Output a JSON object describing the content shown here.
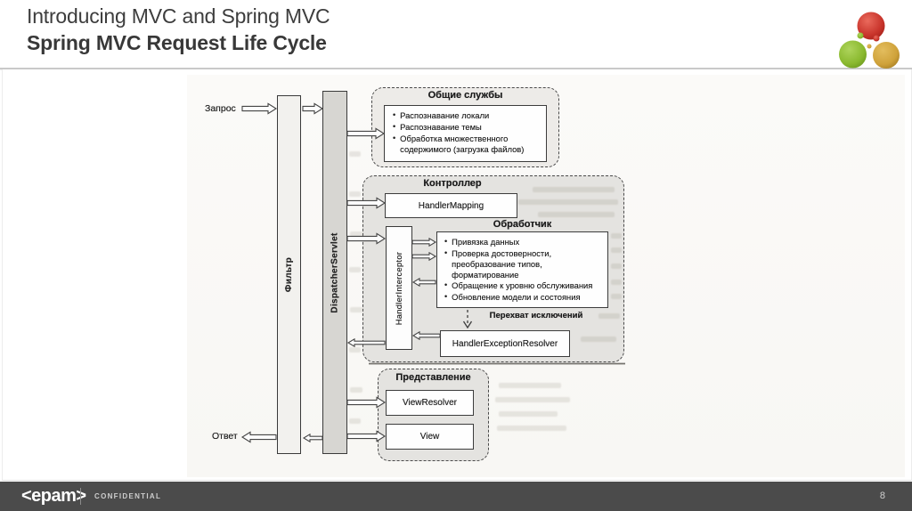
{
  "header": {
    "title_line1": "Introducing MVC and Spring MVC",
    "title_line2": "Spring MVC Request Life Cycle"
  },
  "logo_colors": {
    "red": "#c8342b",
    "green": "#8ab92f",
    "yellow": "#cfa23a"
  },
  "diagram": {
    "request_label": "Запрос",
    "response_label": "Ответ",
    "filter_label": "Фильтр",
    "dispatcher_servlet_label": "DispatcherServlet",
    "common_services": {
      "title": "Общие службы",
      "items": [
        "Распознавание локали",
        "Распознавание темы",
        "Обработка множественного содержимого (загрузка файлов)"
      ]
    },
    "controller": {
      "title": "Контроллер",
      "handler_mapping_label": "HandlerMapping",
      "handler_interceptor_label": "HandlerInterceptor",
      "handler": {
        "title": "Обработчик",
        "items": [
          "Привязка данных",
          "Проверка достоверности, преобразование типов, форматирование",
          "Обращение к уровню обслуживания",
          "Обновление модели и состояния"
        ]
      },
      "exception_intercept_label": "Перехват исключений",
      "handler_exception_resolver_label": "HandlerExceptionResolver"
    },
    "presentation": {
      "title": "Представление",
      "view_resolver_label": "ViewResolver",
      "view_label": "View"
    }
  },
  "footer": {
    "brand": "<epam>",
    "confidential_label": "CONFIDENTIAL",
    "page_number": "8"
  }
}
